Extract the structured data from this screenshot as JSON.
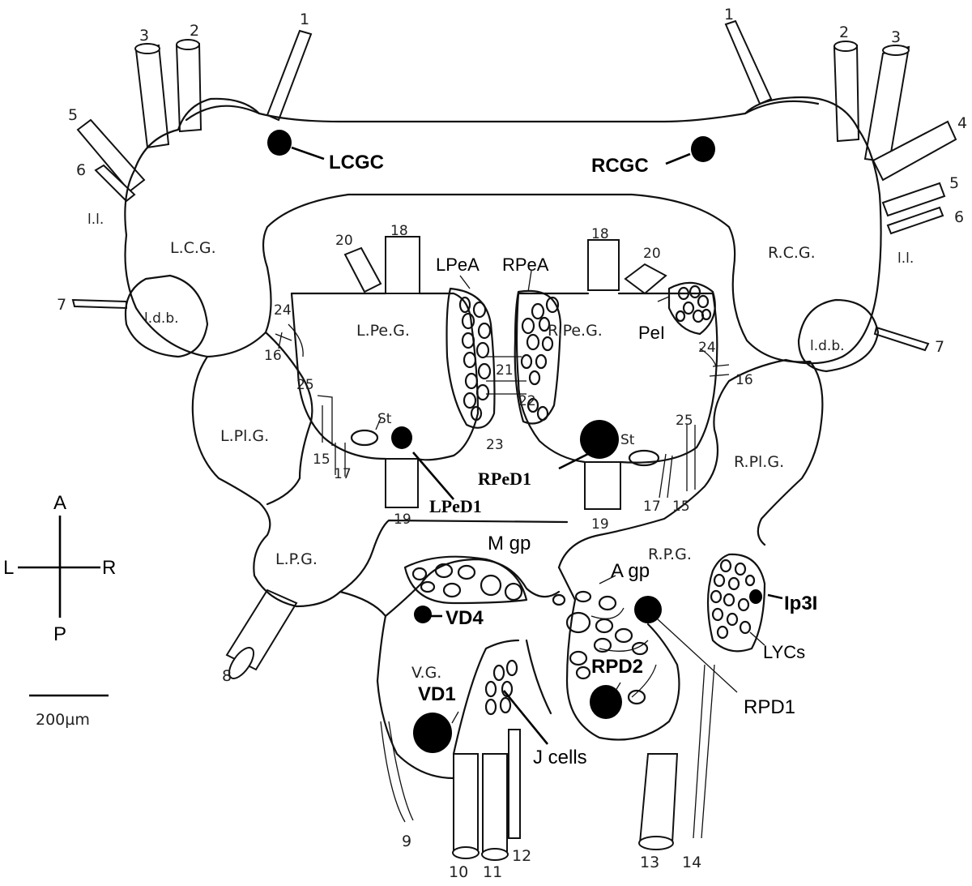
{
  "nerves": {
    "n1_left": "1",
    "n2_left": "2",
    "n3_left": "3",
    "n5_left": "5",
    "n6_left": "6",
    "n1_right": "1",
    "n2_right": "2",
    "n3_right": "3",
    "n4_right": "4",
    "n5_right": "5",
    "n6_right": "6",
    "ll_left": "l.l.",
    "ll_right": "l.l.",
    "n7_left": "7",
    "n7_right": "7",
    "n8": "8",
    "n9": "9",
    "n10": "10",
    "n11": "11",
    "n12": "12",
    "n13": "13",
    "n14": "14",
    "n15_left": "15",
    "n15_right": "15",
    "n16_left": "16",
    "n16_right": "16",
    "n17_left": "17",
    "n17_right": "17",
    "n18_left": "18",
    "n18_right": "18",
    "n19_left": "19",
    "n19_right": "19",
    "n20_left": "20",
    "n20_right": "20",
    "n21": "21",
    "n22": "22",
    "n23": "23",
    "n24_left": "24",
    "n24_right": "24",
    "n25_left": "25",
    "n25_right": "25"
  },
  "ganglia": {
    "lcg": "L.C.G.",
    "rcg": "R.C.G.",
    "ldb_left": "l.d.b.",
    "ldb_right": "l.d.b.",
    "lpeg": "L.Pe.G.",
    "rpeg": "R.Pe.G.",
    "lplg": "L.Pl.G.",
    "rplg": "R.Pl.G.",
    "lpg": "L.P.G.",
    "rpg": "R.P.G.",
    "vg": "V.G.",
    "st_left": "St",
    "st_right": "St"
  },
  "cells": {
    "lcgc": "LCGC",
    "rcgc": "RCGC",
    "lpea": "LPeA",
    "rpea": "RPeA",
    "pel": "PeI",
    "lped1": "LPeD1",
    "rped1": "RPeD1",
    "m_gp": "M gp",
    "a_gp": "A gp",
    "vd4": "VD4",
    "vd1": "VD1",
    "rpd2": "RPD2",
    "rpd1": "RPD1",
    "ip3i": "Ip3I",
    "lycs": "LYCs",
    "j_cells": "J cells"
  },
  "orientation": {
    "a": "A",
    "p": "P",
    "l": "L",
    "r": "R"
  },
  "scale_bar": {
    "label": "200µm"
  }
}
